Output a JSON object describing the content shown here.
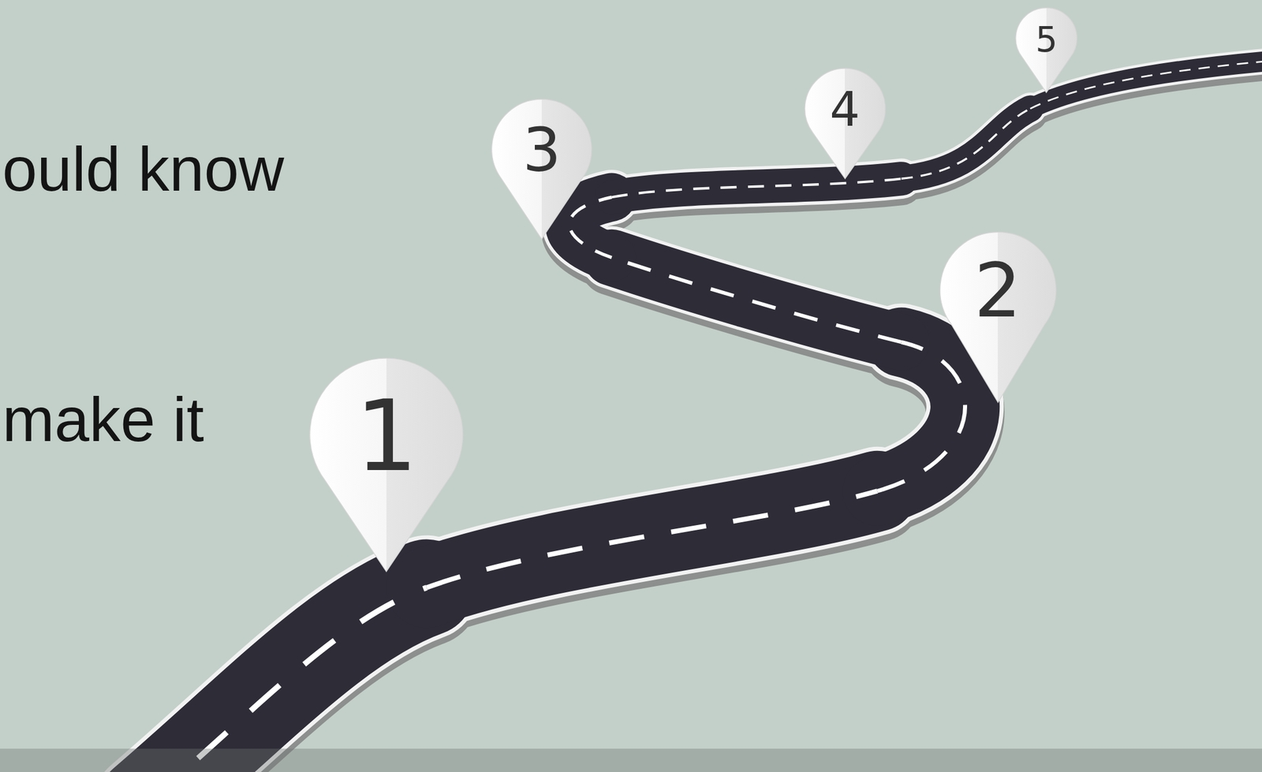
{
  "diagram": {
    "labels": [
      "ould know",
      "make it",
      "1",
      "2",
      "3",
      "4",
      "5"
    ]
  }
}
